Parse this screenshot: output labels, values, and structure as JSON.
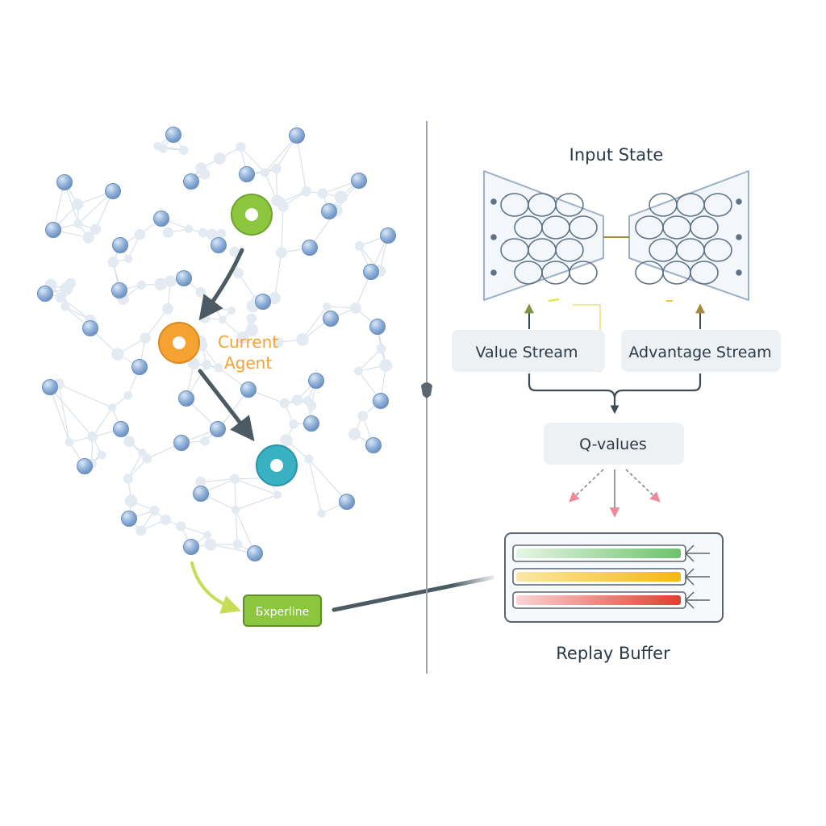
{
  "agent_label": {
    "line1": "Current",
    "line2": "Agent"
  },
  "experience_label": "Бxperline",
  "input_state_label": "Input State",
  "value_stream_label": "Value Stream",
  "advantage_stream_label": "Advantage Stream",
  "q_values_label": "Q-values",
  "replay_buffer_label": "Replay Buffer",
  "colors": {
    "node_blue": "#8fb0d8",
    "node_faint": "#dde5ee",
    "edge": "#cfd8e2",
    "agent_orange": "#f5a233",
    "agent_green": "#8cc63f",
    "agent_teal": "#3ab0c3",
    "arrow_dark": "#4b5a63",
    "experience_green": "#8cc63f",
    "buffer_green": "#8fd28f",
    "buffer_yellow": "#f5c431",
    "buffer_red": "#e8564a",
    "divider": "#9aa3ab"
  }
}
